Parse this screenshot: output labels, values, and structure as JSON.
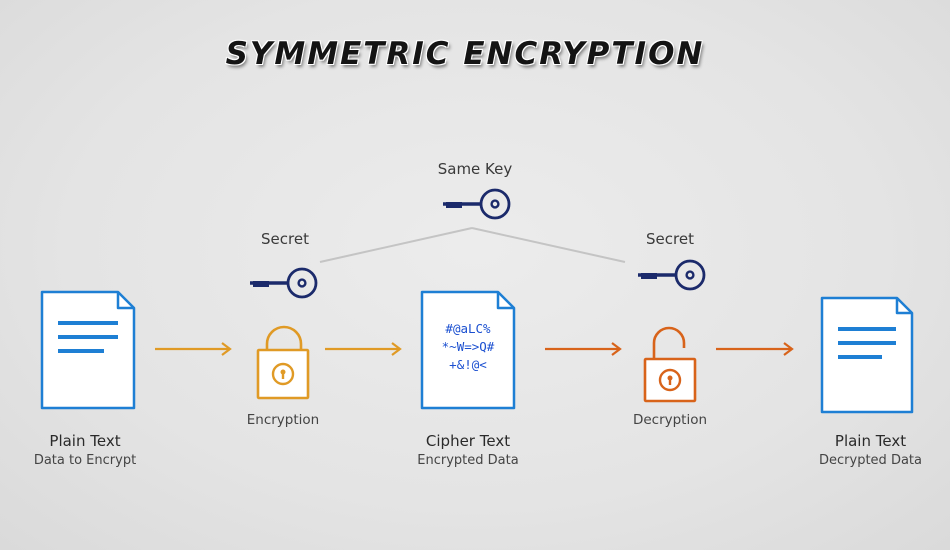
{
  "title": "SYMMETRIC ENCRYPTION",
  "shared_key": {
    "label": "Same Key"
  },
  "secret_left": {
    "label": "Secret"
  },
  "secret_right": {
    "label": "Secret"
  },
  "encryption": {
    "label": "Encryption"
  },
  "decryption": {
    "label": "Decryption"
  },
  "plain_in": {
    "title": "Plain Text",
    "subtitle": "Data to Encrypt"
  },
  "cipher": {
    "title": "Cipher Text",
    "subtitle": "Encrypted Data",
    "content_lines": [
      "#@aLC%",
      "*~W=>Q#",
      "+&!@<"
    ]
  },
  "plain_out": {
    "title": "Plain Text",
    "subtitle": "Decrypted Data"
  },
  "colors": {
    "document": "#1e7fd4",
    "key": "#1b2a6b",
    "encrypt_accent": "#e09a25",
    "decrypt_accent": "#d8631a",
    "connector": "#c4c4c4"
  },
  "icons": {
    "document": "document-icon",
    "key": "key-icon",
    "lock_closed": "padlock-closed-icon",
    "lock_open": "padlock-open-icon",
    "arrow": "arrow-right-icon"
  }
}
